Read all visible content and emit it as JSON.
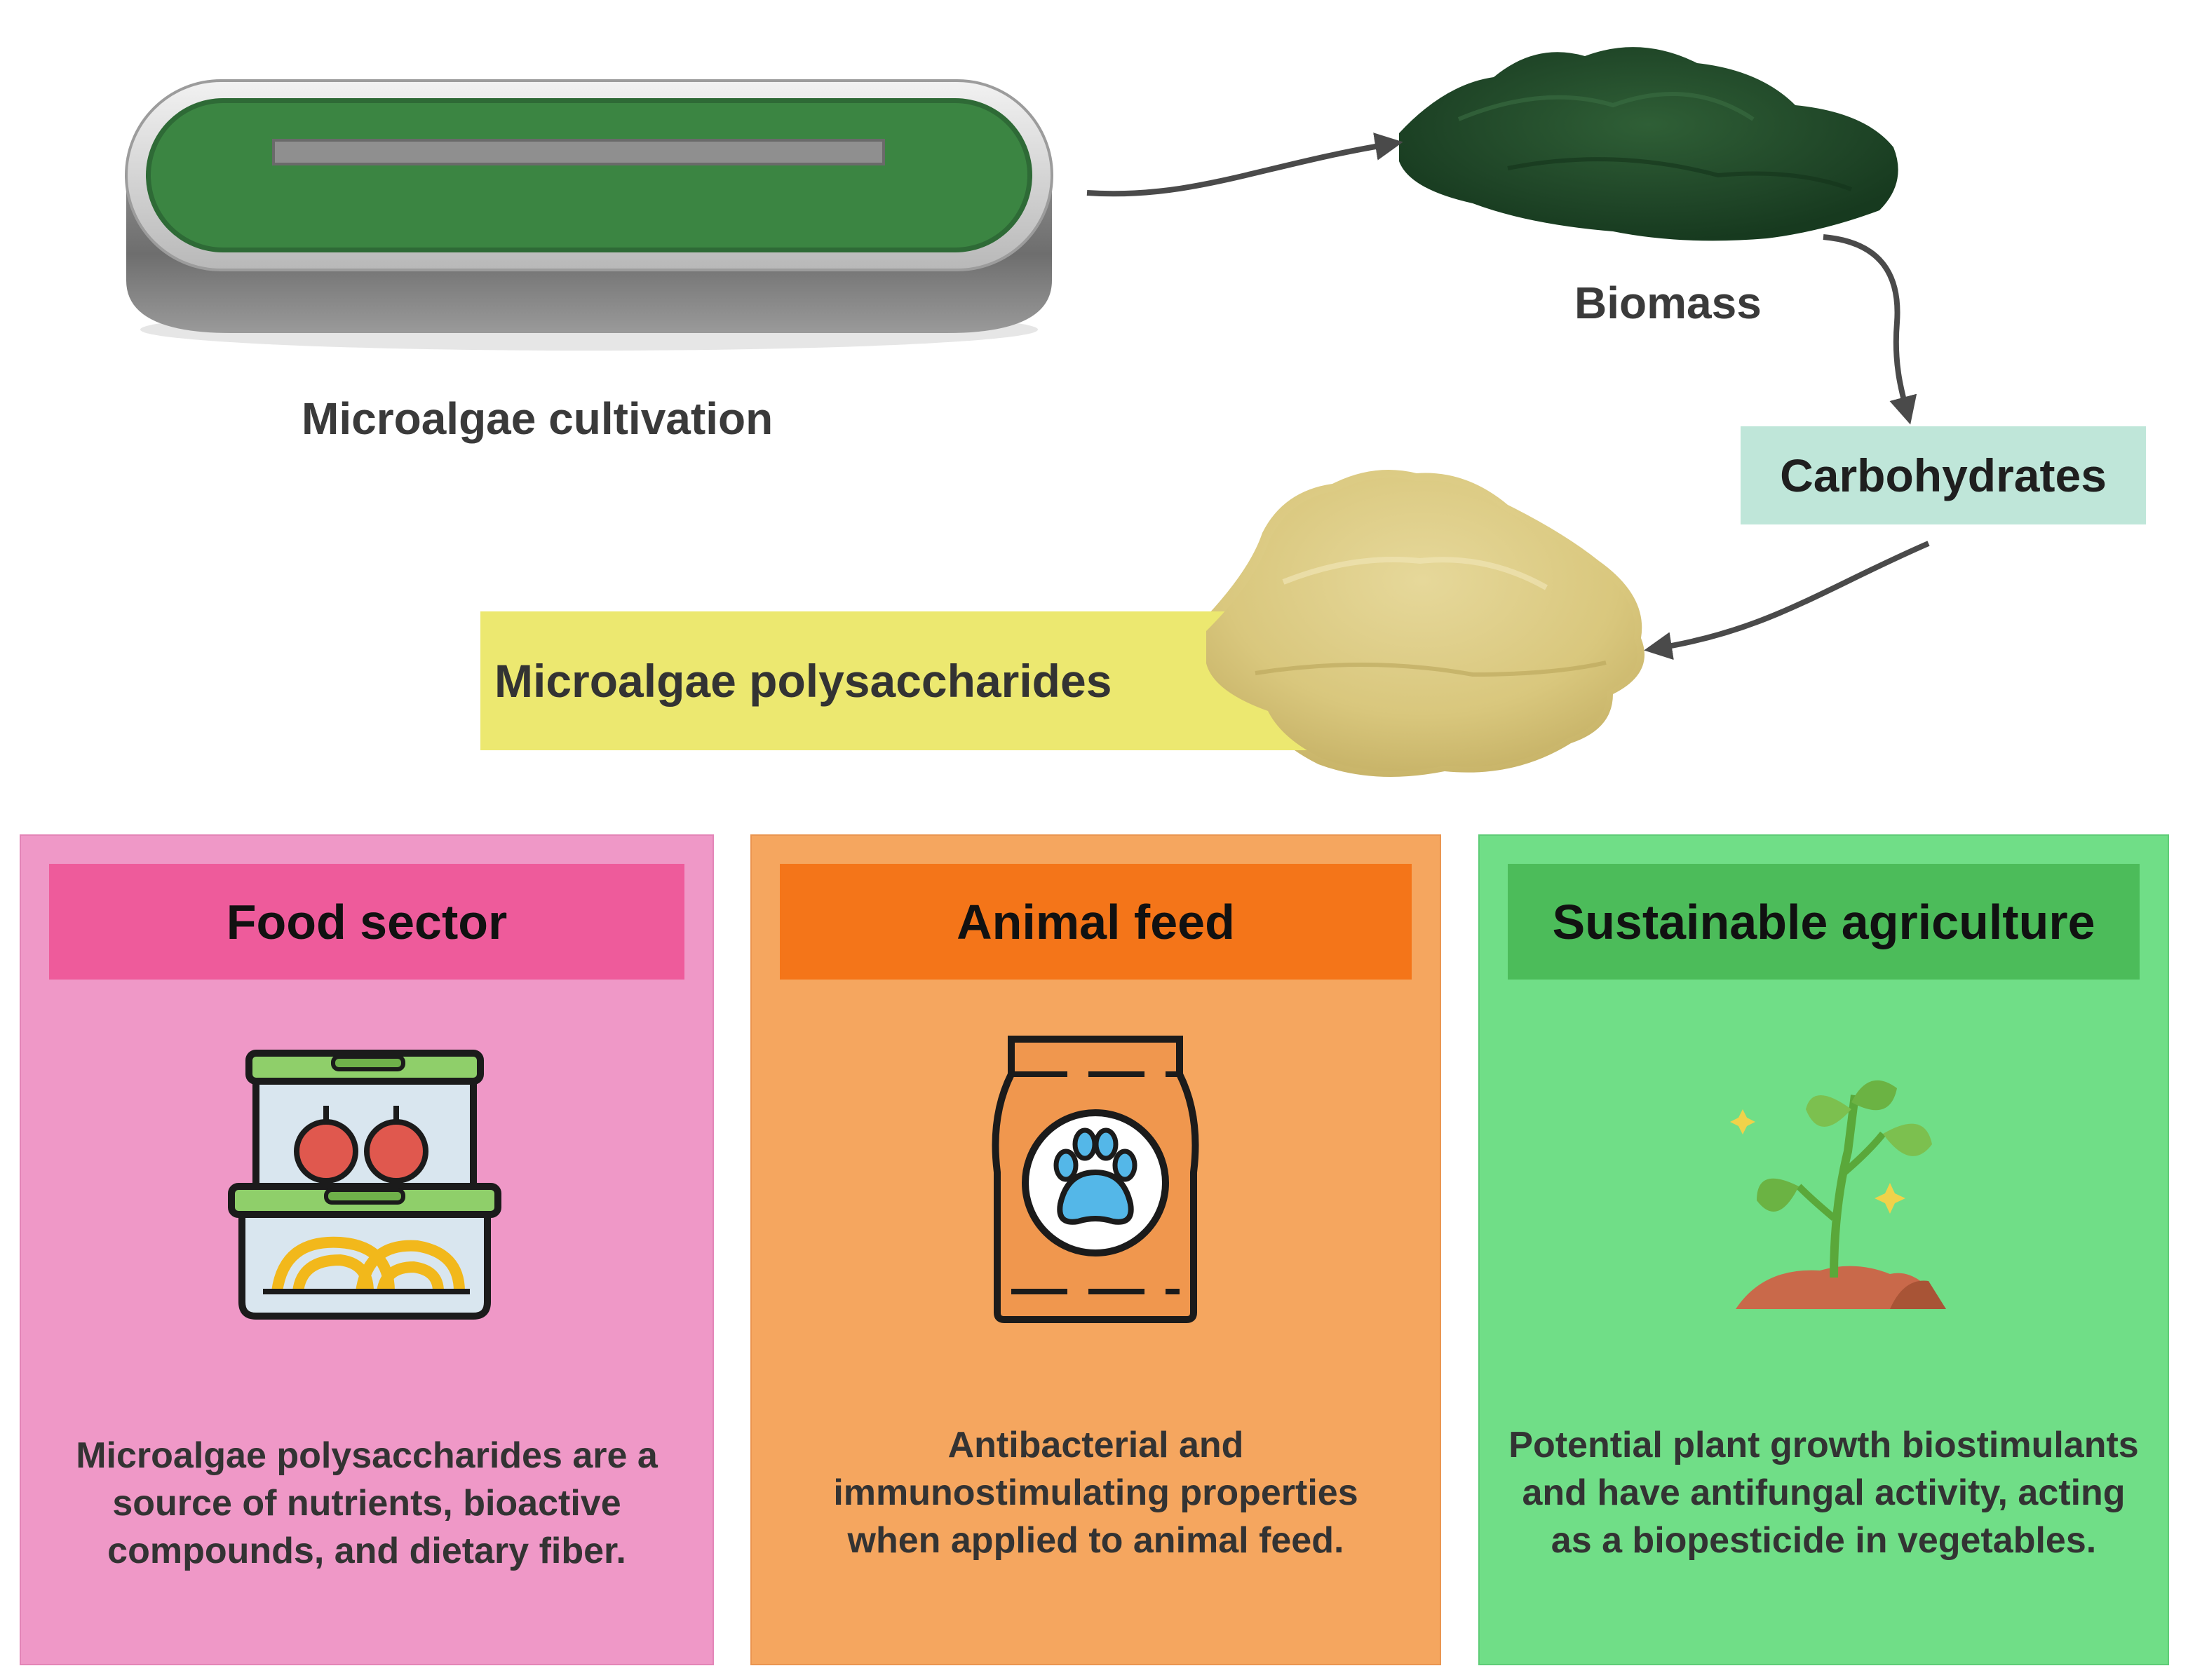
{
  "diagram": {
    "cultivation_label": "Microalgae cultivation",
    "biomass_label": "Biomass",
    "carbohydrates_label": "Carbohydrates",
    "polysaccharides_label": "Microalgae polysaccharides"
  },
  "panels": [
    {
      "title": "Food sector",
      "description": "Microalgae polysaccharides are a\nsource of nutrients, bioactive\ncompounds, and dietary fiber.",
      "icon": "food-container-icon",
      "color": "#ef98c7",
      "header_color": "#ee5b9b"
    },
    {
      "title": "Animal feed",
      "description": "Antibacterial and\nimmunostimulating properties\nwhen applied to animal feed.",
      "icon": "pet-food-bag-icon",
      "color": "#f5a65f",
      "header_color": "#f47519"
    },
    {
      "title": "Sustainable agriculture",
      "description": "Potential plant growth biostimulants\nand have antifungal activity, acting\nas a biopesticide in vegetables.",
      "icon": "seedling-icon",
      "color": "#70de87",
      "header_color": "#4cbc5a"
    }
  ]
}
